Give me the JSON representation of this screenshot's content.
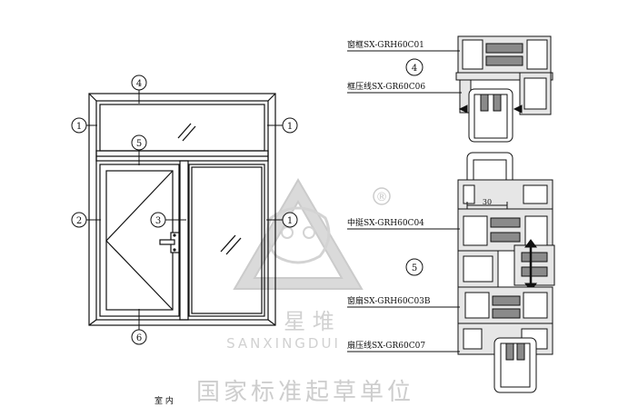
{
  "callouts": {
    "c1": "1",
    "c2": "2",
    "c3": "3",
    "c4": "4",
    "c5": "5",
    "c6": "6"
  },
  "section_labels": {
    "frame": "窗框SX-GRH60C01",
    "frame_bead": "框压线SX-GR60C06",
    "mullion": "中挺SX-GRH60C04",
    "sash": "窗扇SX-GRH60C03B",
    "sash_bead": "扇压线SX-GR60C07"
  },
  "dimension": "30",
  "indoor_label": "室 内",
  "watermark": {
    "registered": "®",
    "brand_cn": "星 堆",
    "brand_en": "SANXINGDUI",
    "standard_text": "国家标准起草单位"
  },
  "colors": {
    "line": "#111111",
    "profile_fill": "#e6e6e6",
    "profile_dark": "#8a8a8a",
    "watermark": "#c6c6c6"
  }
}
